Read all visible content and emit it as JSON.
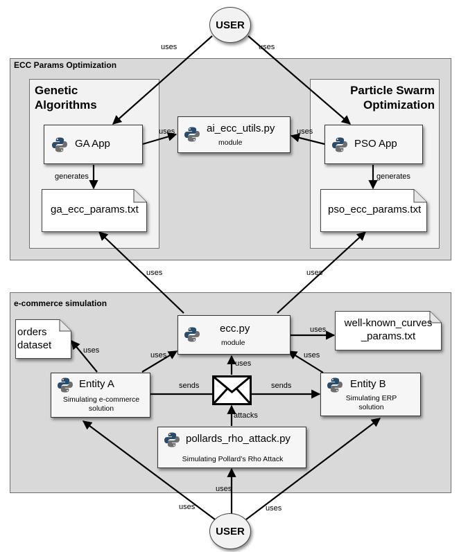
{
  "users": {
    "top": "USER",
    "bottom": "USER"
  },
  "ecc_panel": {
    "title": "ECC Params Optimization",
    "ga_group_title": [
      "Genetic",
      "Algorithms"
    ],
    "pso_group_title": [
      "Particle Swarm",
      "Optimization"
    ],
    "ga_app": "GA App",
    "pso_app": "PSO App",
    "ai_module_name": "ai_ecc_utils.py",
    "ai_module_sub": "module",
    "ga_output": "ga_ecc_params.txt",
    "pso_output": "pso_ecc_params.txt"
  },
  "ecommerce_panel": {
    "title": "e-commerce simulation",
    "orders_doc": [
      "orders",
      "dataset"
    ],
    "ecc_name": "ecc.py",
    "ecc_sub": "module",
    "curves_doc": [
      "well-known_curves",
      "_params.txt"
    ],
    "entity_a": "Entity A",
    "entity_a_sub": [
      "Simulating e-commerce",
      "solution"
    ],
    "entity_b": "Entity B",
    "entity_b_sub": [
      "Simulating ERP",
      "solution"
    ],
    "attack_name": "pollards_rho_attack.py",
    "attack_sub": "Simulating Pollard’s Rho Attack"
  },
  "edge_labels": {
    "uses": "uses",
    "generates": "generates",
    "sends": "sends",
    "attacks": "attacks"
  },
  "colors": {
    "panel_bg": "#d9d9d9",
    "subpanel_bg": "#f2f2f2",
    "python_blue": "#2b4b6b",
    "python_grey": "#6e6e6e"
  }
}
